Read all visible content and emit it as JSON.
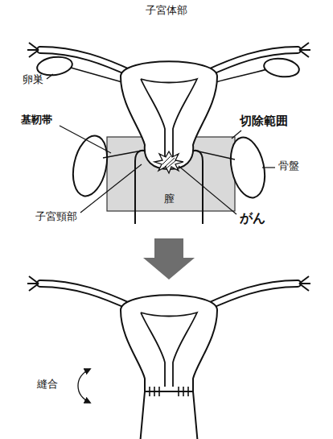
{
  "diagram": {
    "labels": [
      "子宮体部",
      "卵巣",
      "基靭帯",
      "切除範囲",
      "骨盤",
      "子宮頸部",
      "膣",
      "がん",
      "縫合"
    ]
  }
}
